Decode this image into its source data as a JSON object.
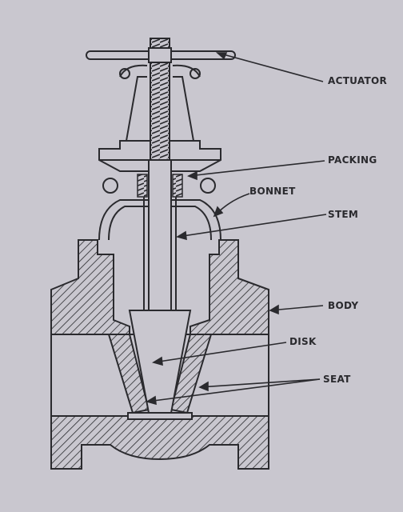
{
  "diagram": {
    "labels": {
      "actuator": "ACTUATOR",
      "packing": "PACKING",
      "bonnet": "BONNET",
      "stem": "STEM",
      "body": "BODY",
      "disk": "DISK",
      "seat": "SEAT"
    },
    "colors": {
      "background": "#c9c7cf",
      "line": "#2a2a2e",
      "hatch_fill": "#c9c7cf"
    }
  }
}
